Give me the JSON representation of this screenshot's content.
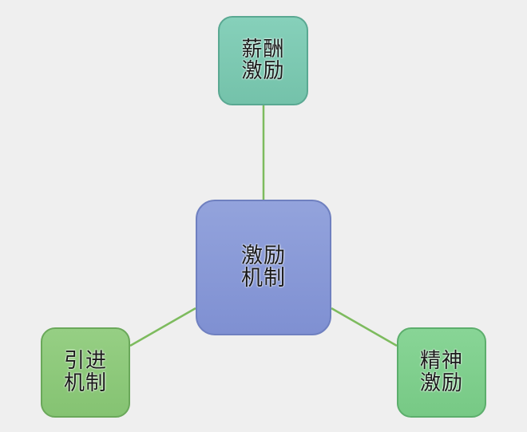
{
  "diagram": {
    "center": {
      "lines": [
        "激励",
        "机制"
      ],
      "color": "#8a9bd8",
      "border": "#6f80c0"
    },
    "top": {
      "lines": [
        "薪酬",
        "激励"
      ],
      "color": "#7fcbb4",
      "border": "#5aa892"
    },
    "left": {
      "lines": [
        "引进",
        "机制"
      ],
      "color": "#8fca7c",
      "border": "#6aa85a"
    },
    "right": {
      "lines": [
        "精神",
        "激励"
      ],
      "color": "#80d08e",
      "border": "#5cae6c"
    },
    "connector_color": "#7dbb5e",
    "background": "#efefef"
  }
}
